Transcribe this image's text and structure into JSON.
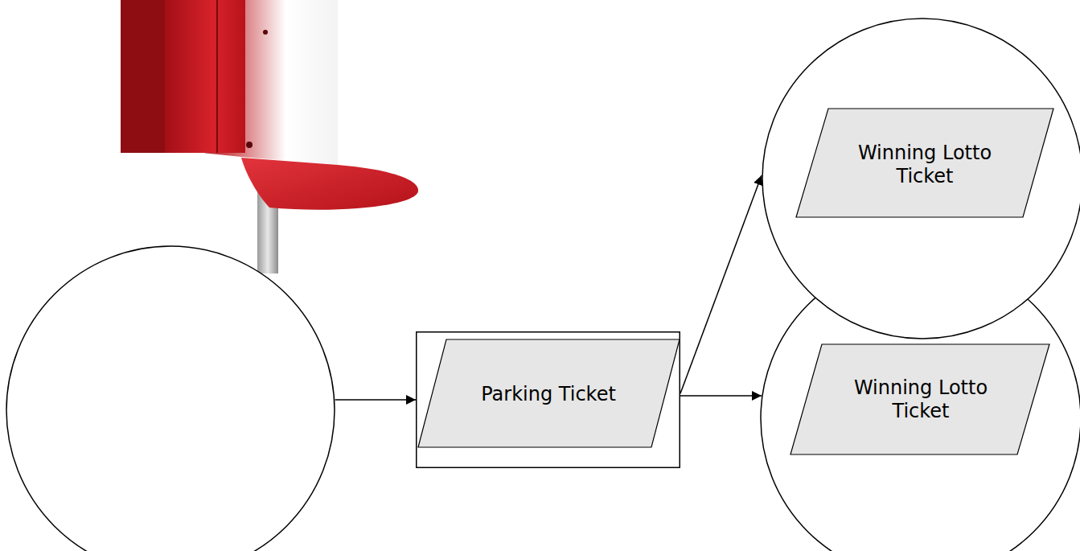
{
  "diagram": {
    "nodes": [
      {
        "text": []
      },
      {
        "text": [
          "Parking Ticket"
        ]
      },
      {
        "text": [
          "Winning Lotto Ticket"
        ]
      },
      {
        "text": [
          "Winning Lotto Ticket"
        ]
      }
    ],
    "edges": [
      {
        "from": 0,
        "to": 1,
        "arrow": "to"
      },
      {
        "from": 1,
        "to": 2,
        "arrow": "to"
      },
      {
        "from": 1,
        "to": 3,
        "arrow": "to"
      }
    ]
  }
}
